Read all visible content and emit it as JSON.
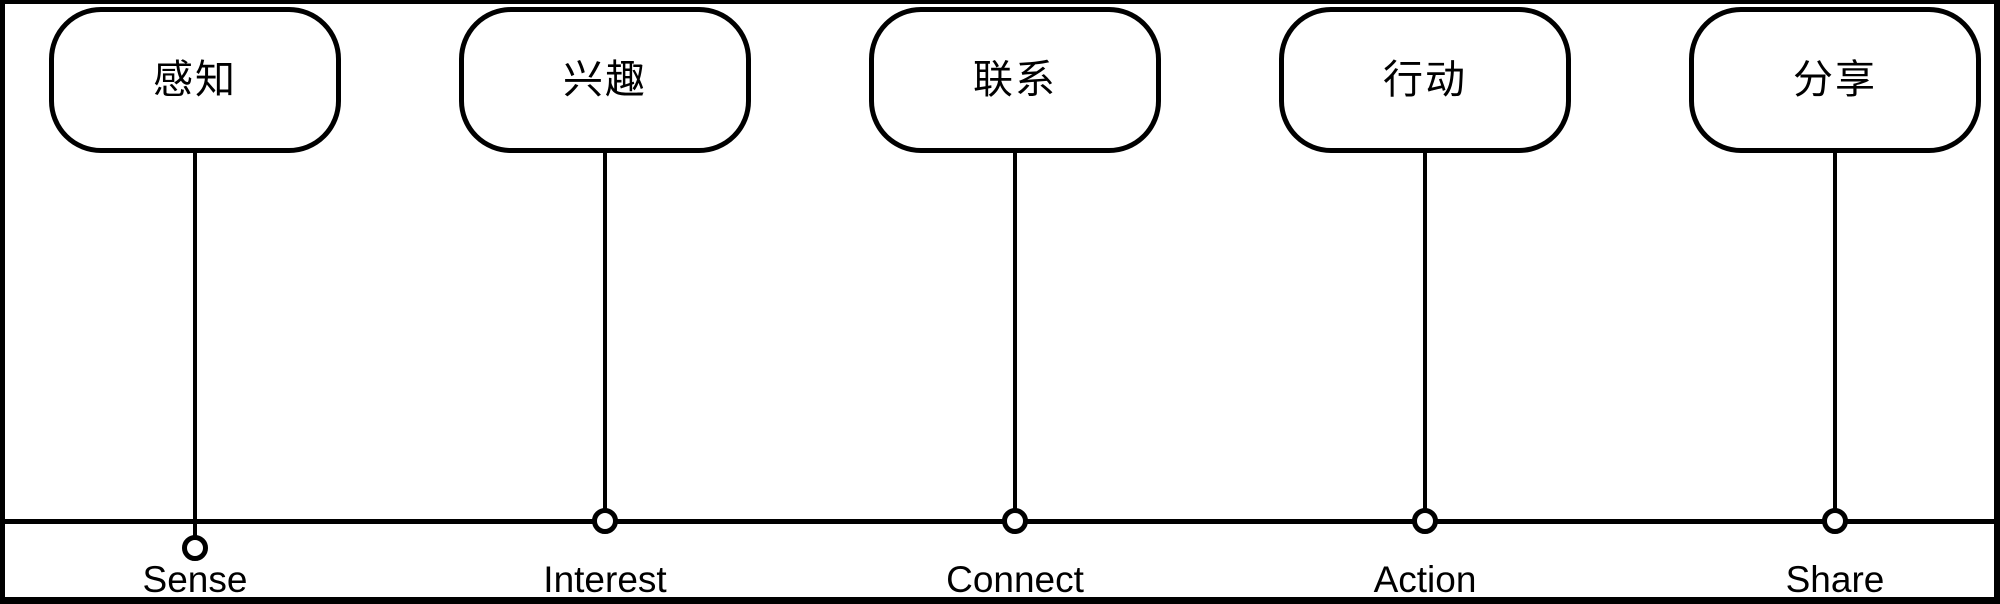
{
  "colors": {
    "line": "#000000",
    "fill": "#ffffff"
  },
  "diagram": {
    "type": "journey-timeline",
    "stage_count": 5
  },
  "stages": [
    {
      "zh_label": "感知",
      "en_label": "Sense"
    },
    {
      "zh_label": "兴趣",
      "en_label": "Interest"
    },
    {
      "zh_label": "联系",
      "en_label": "Connect"
    },
    {
      "zh_label": "行动",
      "en_label": "Action"
    },
    {
      "zh_label": "分享",
      "en_label": "Share"
    }
  ]
}
